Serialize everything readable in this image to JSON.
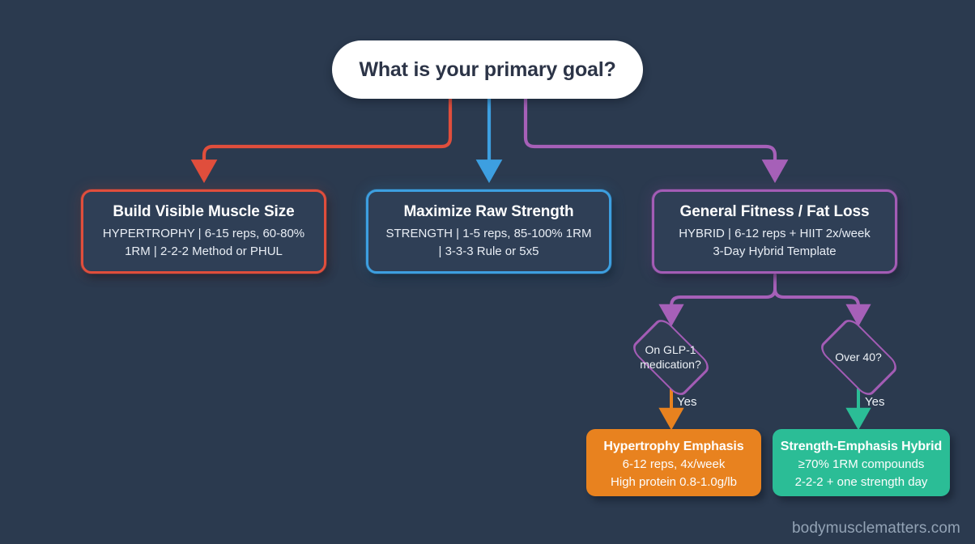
{
  "theme": {
    "background": "#2b3a4f",
    "node_fill": "#2f3f56",
    "red": "#e04e3c",
    "blue": "#3d9fe0",
    "purple": "#a35cb5",
    "orange": "#e8821f",
    "teal": "#2bbd96",
    "root_fill": "#ffffff",
    "root_text": "#2c3447"
  },
  "root": {
    "title": "What is your primary goal?"
  },
  "branches": [
    {
      "id": "hypertrophy",
      "title": "Build Visible Muscle Size",
      "line1": "HYPERTROPHY | 6-15 reps, 60-80%",
      "line2": "1RM | 2-2-2 Method or PHUL",
      "color": "#e04e3c"
    },
    {
      "id": "strength",
      "title": "Maximize Raw Strength",
      "line1": "STRENGTH | 1-5 reps, 85-100% 1RM",
      "line2": "| 3-3-3 Rule or 5x5",
      "color": "#3d9fe0"
    },
    {
      "id": "hybrid",
      "title": "General Fitness / Fat Loss",
      "line1": "HYBRID | 6-12 reps + HIIT 2x/week",
      "line2": "3-Day Hybrid Template",
      "color": "#a35cb5"
    }
  ],
  "decisions": [
    {
      "id": "glp1",
      "label": "On GLP-1\nmedication?",
      "color": "#a35cb5"
    },
    {
      "id": "over40",
      "label": "Over 40?",
      "color": "#a35cb5"
    }
  ],
  "edge_labels": {
    "glp1_yes": "Yes",
    "over40_yes": "Yes"
  },
  "results": [
    {
      "id": "hypertrophy-emphasis",
      "title": "Hypertrophy Emphasis",
      "line1": "6-12 reps, 4x/week",
      "line2": "High protein 0.8-1.0g/lb",
      "color": "#e8821f"
    },
    {
      "id": "strength-emphasis-hybrid",
      "title": "Strength-Emphasis Hybrid",
      "line1": "≥70% 1RM compounds",
      "line2": "2-2-2 + one strength day",
      "color": "#2bbd96"
    }
  ],
  "watermark": "bodymusclematters.com"
}
